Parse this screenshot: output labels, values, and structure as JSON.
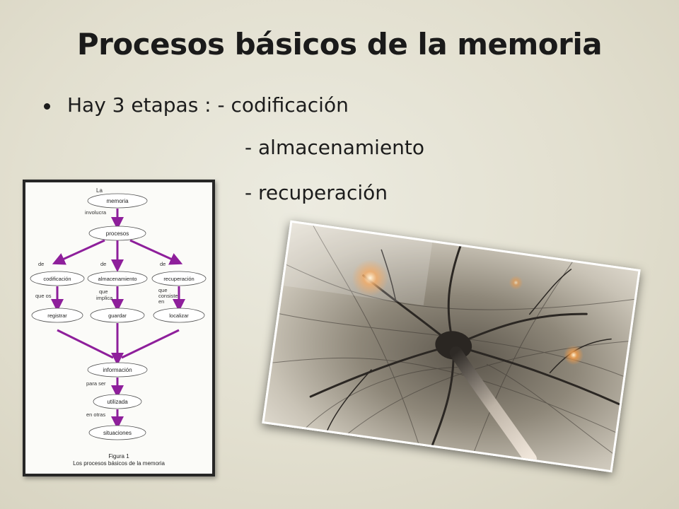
{
  "slide": {
    "title": "Procesos básicos de la memoria",
    "bullet": {
      "line1": "Hay 3 etapas : - codificación",
      "line2": "- almacenamiento",
      "line3": "- recuperación"
    }
  },
  "diagram": {
    "nodes": {
      "memoria": "memoria",
      "procesos": "procesos",
      "codificacion": "codificación",
      "almacenamiento": "almacenamiento",
      "recuperacion": "recuperación",
      "registrar": "registrar",
      "guardar": "guardar",
      "localizar": "localizar",
      "informacion": "información",
      "utilizada": "utilizada",
      "situaciones": "situaciones"
    },
    "labels": {
      "la": "La",
      "involucra": "involucra",
      "de1": "de",
      "de2": "de",
      "de3": "de",
      "que_os": "que os",
      "que_implica_1": "que",
      "que_implica_2": "implica",
      "que_consiste_1": "que",
      "que_consiste_2": "consiste",
      "que_consiste_3": "en",
      "para_ser": "para ser",
      "en_otras": "en otras"
    },
    "caption": {
      "line1": "Figura 1",
      "line2": "Los procesos básicos de la memoria"
    }
  },
  "colors": {
    "arrow": "#8e1f9b",
    "frame": "#262626"
  }
}
